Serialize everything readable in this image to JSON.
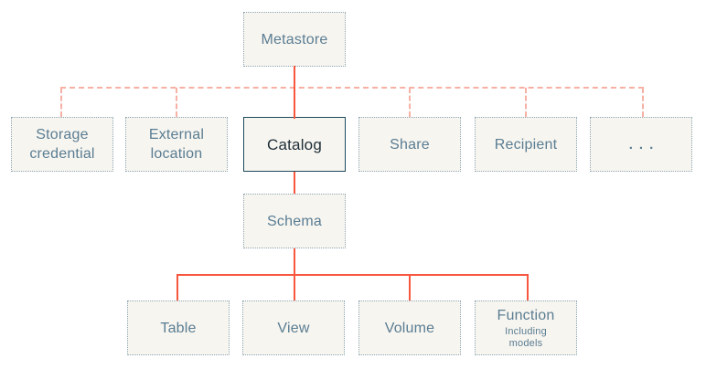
{
  "diagram": {
    "nodes": {
      "metastore": {
        "label": "Metastore"
      },
      "storage_credential": {
        "label": "Storage credential"
      },
      "external_location": {
        "label": "External location"
      },
      "catalog": {
        "label": "Catalog"
      },
      "share": {
        "label": "Share"
      },
      "recipient": {
        "label": "Recipient"
      },
      "ellipsis": {
        "label": "..."
      },
      "schema": {
        "label": "Schema"
      },
      "table": {
        "label": "Table"
      },
      "view": {
        "label": "View"
      },
      "volume": {
        "label": "Volume"
      },
      "function": {
        "label": "Function",
        "sublabel": "Including models"
      }
    },
    "colors": {
      "background": "#FFFFFF",
      "box_fill": "#F7F5F0",
      "box_border_dotted": "#8FA7B4",
      "catalog_border": "#1B4A5C",
      "label_text": "#5A7D92",
      "catalog_text": "#1D2D36",
      "connector_solid": "#F8573F",
      "connector_dashed": "#F6B0A4"
    }
  }
}
